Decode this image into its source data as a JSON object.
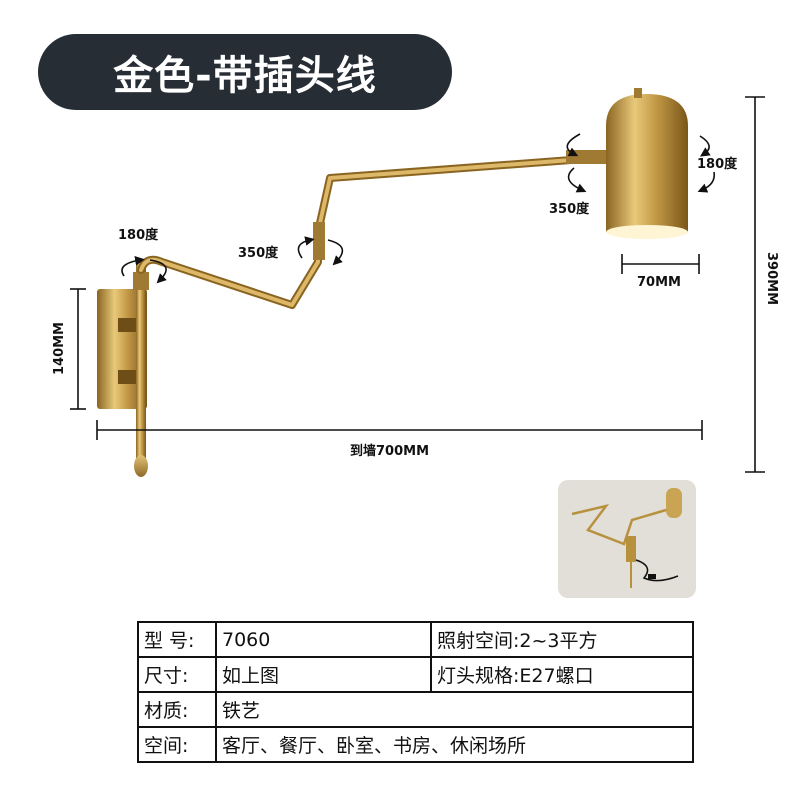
{
  "title": "金色-带插头线",
  "annotations": {
    "rot_base": "180度",
    "rot_elbow": "350度",
    "rot_head": "350度",
    "rot_shade": "180度",
    "width_shade": "70MM",
    "height_total": "390MM",
    "height_base": "140MM",
    "reach": "到墙700MM"
  },
  "specs": {
    "model_label": "型 号:",
    "model_value": "7060",
    "area_label": "照射空间:",
    "area_value": "2~3平方",
    "size_label": "尺寸:",
    "size_value": "如上图",
    "socket_label": "灯头规格:",
    "socket_value": "E27螺口",
    "material_label": "材质:",
    "material_value": "铁艺",
    "space_label": "空间:",
    "space_value": "客厅、餐厅、卧室、书房、休闲场所"
  },
  "colors": {
    "pill_bg": "#272d35",
    "gold": "#b8913f",
    "line": "#111111"
  }
}
